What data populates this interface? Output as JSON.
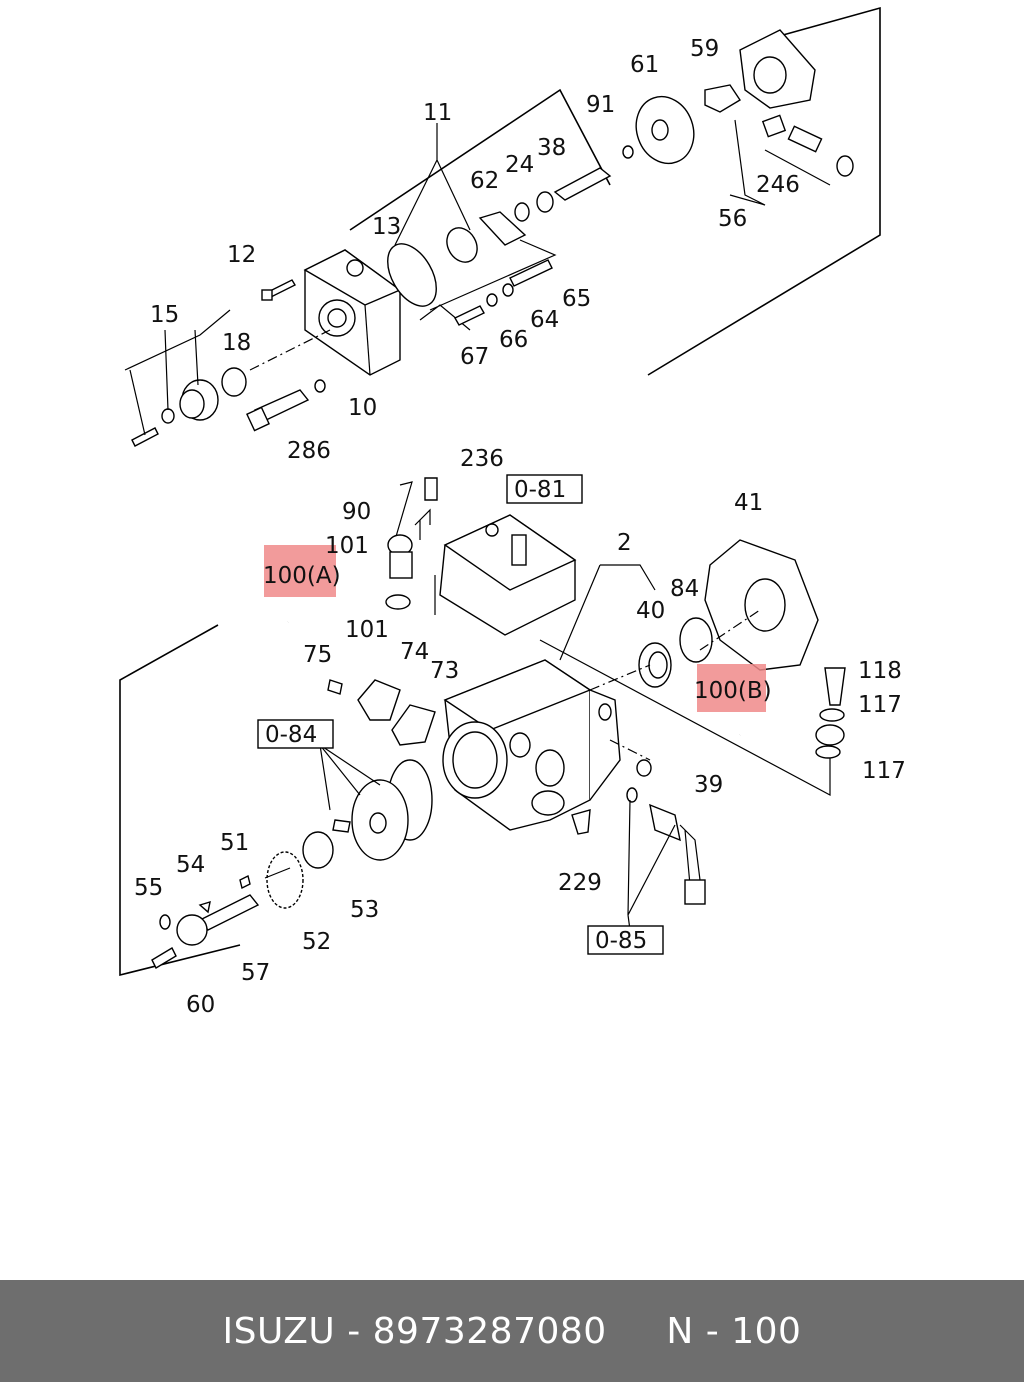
{
  "labels": {
    "l11": "11",
    "l13": "13",
    "l12": "12",
    "l15": "15",
    "l18": "18",
    "l10": "10",
    "l286": "286",
    "l62": "62",
    "l24": "24",
    "l38": "38",
    "l91": "91",
    "l61": "61",
    "l59": "59",
    "l246": "246",
    "l56": "56",
    "l65": "65",
    "l64": "64",
    "l66": "66",
    "l67": "67",
    "l236": "236",
    "l90": "90",
    "l101a": "101",
    "l101b": "101",
    "l0_81": "0-81",
    "l2": "2",
    "l41": "41",
    "l84": "84",
    "l40": "40",
    "l75": "75",
    "l74": "74",
    "l73": "73",
    "l0_84": "0-84",
    "l118": "118",
    "l117a": "117",
    "l117b": "117",
    "l39": "39",
    "l229": "229",
    "l51": "51",
    "l54": "54",
    "l55": "55",
    "l53": "53",
    "l52": "52",
    "l57": "57",
    "l60": "60",
    "l0_85": "0-85",
    "hl_a": "100(A)",
    "hl_b": "100(B)"
  },
  "highlight_color": "#f08a8a",
  "footer": {
    "brand": "ISUZU",
    "separator": " - ",
    "part_number": "8973287080",
    "ref": "N - 100",
    "background": "#6e6e6e"
  }
}
